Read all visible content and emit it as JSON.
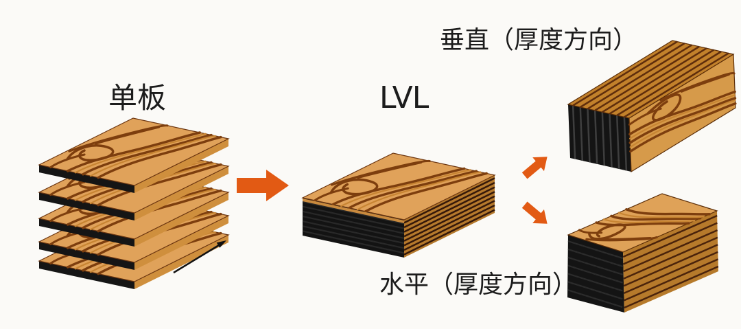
{
  "diagram": {
    "labels": {
      "veneer": "单板",
      "lvl": "LVL",
      "vertical": "垂直（厚度方向）",
      "horizontal": "水平（厚度方向）"
    },
    "colors": {
      "background": "#FBFAF7",
      "text": "#1C1C1C",
      "accent_arrow_orange": "#E25A14",
      "wood_top": "#E0A25A",
      "wood_grain_dark": "#7D3E0E",
      "wood_grain_light": "#C78432",
      "edge_black": "#151515",
      "edge_stripe_gray": "#3E3E3E",
      "laminate_side_brown": "#B5792C",
      "laminate_line_dark": "#43200A",
      "grain_direction_arrow": "#111111"
    },
    "icons": [
      "process-arrow-icon",
      "branch-up-arrow-icon",
      "branch-down-arrow-icon",
      "grain-direction-arrow-icon"
    ]
  }
}
